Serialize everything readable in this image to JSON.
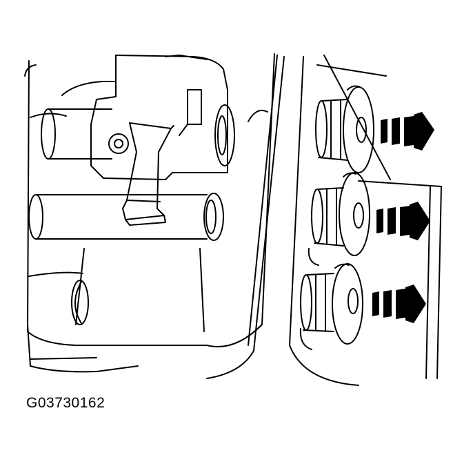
{
  "figure": {
    "id_label": "G03730162",
    "line_color": "#000000",
    "background": "#ffffff",
    "parts": [
      "valve-body",
      "manual-valve-lever",
      "plug-1",
      "plug-2",
      "plug-3"
    ],
    "indicators": [
      "removal-arrow",
      "removal-arrow",
      "removal-arrow"
    ]
  }
}
